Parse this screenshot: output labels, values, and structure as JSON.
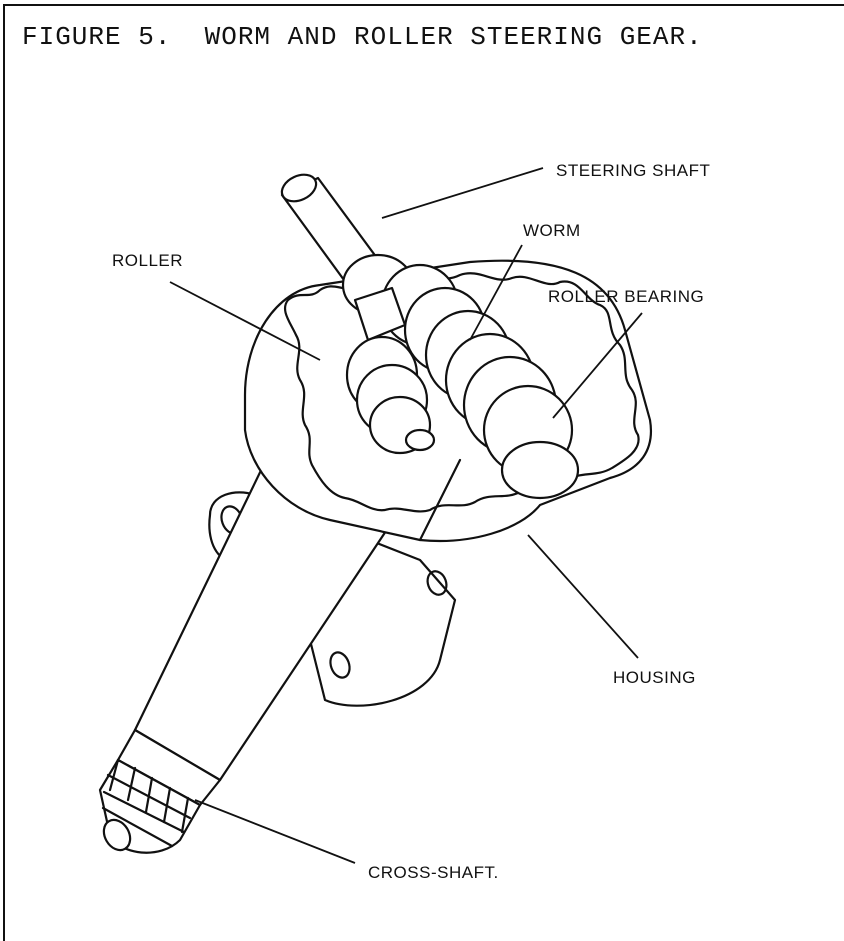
{
  "figure": {
    "caption": "FIGURE 5.  WORM AND ROLLER STEERING GEAR."
  },
  "labels": {
    "steering_shaft": "STEERING SHAFT",
    "worm": "WORM",
    "roller": "ROLLER",
    "roller_bearing": "ROLLER BEARING",
    "housing": "HOUSING",
    "cross_shaft": "CROSS-SHAFT."
  }
}
